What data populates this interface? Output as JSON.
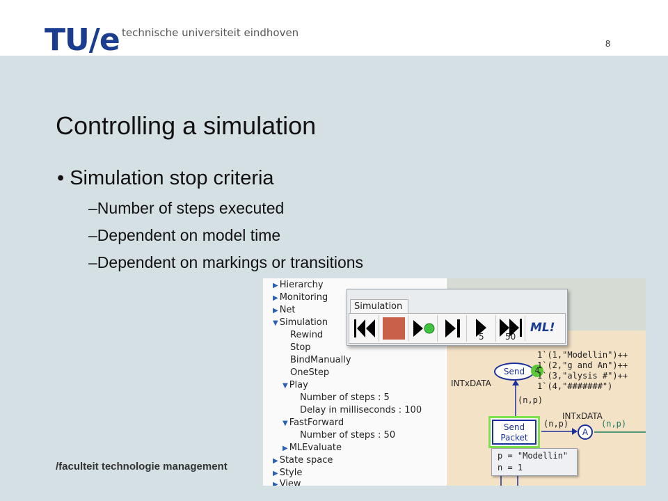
{
  "header": {
    "logo": "TU/e",
    "university": "technische universiteit eindhoven",
    "page_number": "8"
  },
  "slide": {
    "title": "Controlling a simulation",
    "bullet": "Simulation stop criteria",
    "sub_items": [
      "Number of steps executed",
      "Dependent on model time",
      "Dependent on markings or transitions"
    ],
    "footer": "/faculteit technologie management"
  },
  "tree": {
    "items": [
      {
        "label": "Hierarchy",
        "expanded": false
      },
      {
        "label": "Monitoring",
        "expanded": false
      },
      {
        "label": "Net",
        "expanded": false
      },
      {
        "label": "Simulation",
        "expanded": true
      },
      {
        "label": "Rewind"
      },
      {
        "label": "Stop"
      },
      {
        "label": "BindManually"
      },
      {
        "label": "OneStep"
      },
      {
        "label": "Play",
        "expanded": true
      },
      {
        "label": "Number of steps : 5"
      },
      {
        "label": "Delay in milliseconds : 100"
      },
      {
        "label": "FastForward",
        "expanded": true
      },
      {
        "label": "Number of steps : 50"
      },
      {
        "label": "MLEvaluate",
        "expanded": false
      },
      {
        "label": "State space",
        "expanded": false
      },
      {
        "label": "Style",
        "expanded": false
      },
      {
        "label": "View",
        "expanded": false
      }
    ]
  },
  "palette": {
    "tab": "Simulation",
    "play_steps": "5",
    "ff_steps": "50",
    "ml_label": "ML!"
  },
  "net": {
    "send_place": "Send",
    "send_tokens": "4",
    "send_type": "INTxDATA",
    "marking": [
      "1`(1,\"Modellin\")++",
      "1`(2,\"g and An\")++",
      "1`(3,\"alysis #\")++",
      "1`(4,\"#######\")"
    ],
    "arc_in": "(n,p)",
    "transition_line1": "Send",
    "transition_line2": "Packet",
    "arc_out": "(n,p)",
    "place_a": "A",
    "place_a_type": "INTxDATA",
    "arc_a_out": "(n,p)",
    "binding_p": "p = \"Modellin\"",
    "binding_n": "n = 1"
  },
  "colors": {
    "logo": "#1a3d8f",
    "slide_bg": "#d5e0e5",
    "stop_button": "#c8604a",
    "play_dot": "#3ec43e",
    "ml_text": "#1a3d8f",
    "net_blue": "#1a2f9a",
    "transition_enabled": "#7ee04a",
    "net_green_text": "#1c7a5e"
  },
  "icons": {
    "rewind": "rewind-icon",
    "stop": "stop-icon",
    "play": "play-icon",
    "one_step": "step-icon",
    "fast_forward": "fast-forward-icon",
    "ml_evaluate": "ml-evaluate-icon"
  }
}
